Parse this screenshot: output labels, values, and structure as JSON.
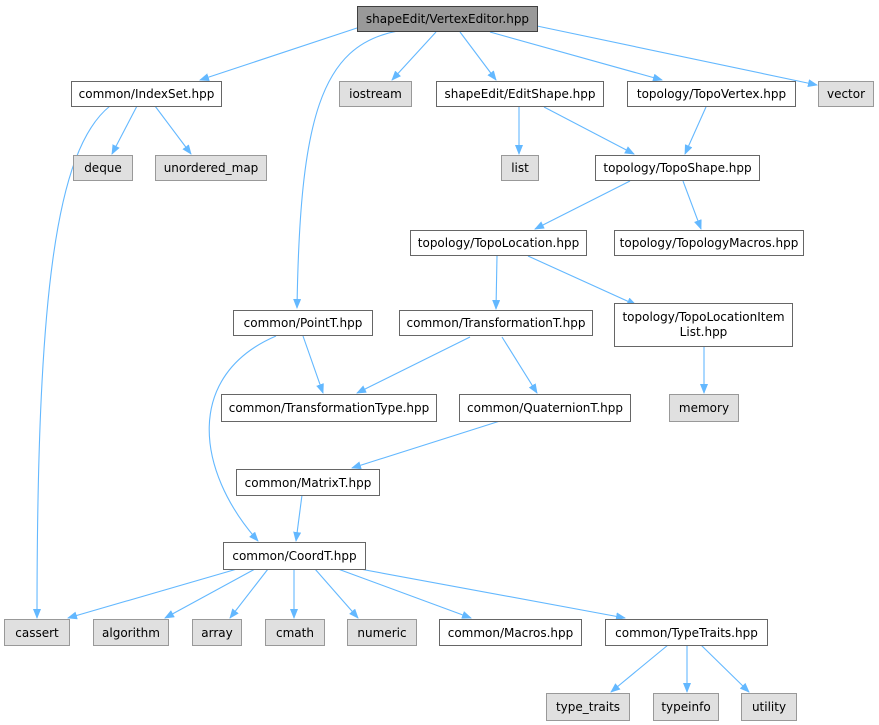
{
  "colors": {
    "edge": "#63b8ff",
    "root_fill": "#999999",
    "system_fill": "#e0e0e0",
    "node_border": "#666666"
  },
  "nodes": {
    "root": "shapeEdit/VertexEditor.hpp",
    "indexset": "common/IndexSet.hpp",
    "iostream": "iostream",
    "editshape": "shapeEdit/EditShape.hpp",
    "topovertex": "topology/TopoVertex.hpp",
    "vector": "vector",
    "deque": "deque",
    "unordered_map": "unordered_map",
    "list": "list",
    "toposhape": "topology/TopoShape.hpp",
    "topolocation": "topology/TopoLocation.hpp",
    "topologymacros": "topology/TopologyMacros.hpp",
    "pointt": "common/PointT.hpp",
    "transformationt": "common/TransformationT.hpp",
    "topolocationitemlist": "topology/TopoLocationItem List.hpp",
    "transformationtype": "common/TransformationType.hpp",
    "quaterniont": "common/QuaternionT.hpp",
    "memory": "memory",
    "matrixt": "common/MatrixT.hpp",
    "coordt": "common/CoordT.hpp",
    "cassert": "cassert",
    "algorithm": "algorithm",
    "array": "array",
    "cmath": "cmath",
    "numeric": "numeric",
    "macros": "common/Macros.hpp",
    "typetraits": "common/TypeTraits.hpp",
    "type_traits": "type_traits",
    "typeinfo": "typeinfo",
    "utility": "utility"
  }
}
